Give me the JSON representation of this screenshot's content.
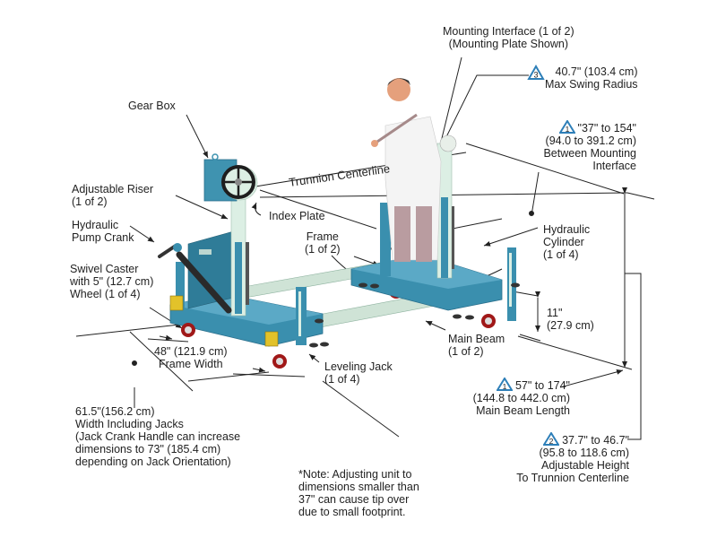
{
  "title": "Adjustable Trunnion Stand Dimension Diagram",
  "colors": {
    "frame": "#3a8fae",
    "frame_dark": "#2a6f8c",
    "beam": "#cfe3d6",
    "riser": "#dcefe4",
    "wheel": "#a01818",
    "caster_pad": "#e2c22a",
    "gearbox": "#3f93b0",
    "hand_wheel": "#1e1e1e",
    "cylinder": "#2a2a2a",
    "leader": "#222222",
    "badge": "#2e7fb8",
    "coat": "#f4f4f4",
    "pants": "#b99ca0",
    "skin": "#e5a07c"
  },
  "labels": {
    "mounting_interface": [
      "Mounting Interface (1 of 2)",
      "(Mounting Plate Shown)"
    ],
    "max_swing": {
      "badge": "3",
      "lines": [
        "40.7\" (103.4 cm)",
        "Max Swing Radius"
      ]
    },
    "between_mounting": {
      "badge": "1",
      "lines": [
        "\"37\" to 154\"",
        "(94.0 to 391.2 cm)",
        "Between Mounting",
        "Interface"
      ]
    },
    "gear_box": "Gear Box",
    "trunnion_centerline": "Trunnion Centerline",
    "adjustable_riser": [
      "Adjustable Riser",
      "(1 of 2)"
    ],
    "index_plate": "Index Plate",
    "hydraulic_pump_crank": [
      "Hydraulic",
      "Pump Crank"
    ],
    "frame": [
      "Frame",
      "(1 of 2)"
    ],
    "hydraulic_cylinder": [
      "Hydraulic",
      "Cylinder",
      "(1 of 4)"
    ],
    "swivel_caster": [
      "Swivel Caster",
      "with 5\" (12.7 cm)",
      "Wheel (1 of 4)"
    ],
    "clearance": [
      "11\"",
      "(27.9 cm)"
    ],
    "frame_width": [
      "48\" (121.9 cm)",
      "Frame Width"
    ],
    "main_beam": [
      "Main Beam",
      "(1 of 2)"
    ],
    "leveling_jack": [
      "Leveling Jack",
      "(1 of 4)"
    ],
    "main_beam_length": {
      "badge": "1",
      "lines": [
        "57\" to 174\"",
        "(144.8 to 442.0 cm)",
        "Main Beam Length"
      ]
    },
    "width_including_jacks": [
      "61.5\"(156.2 cm)",
      "Width Including Jacks",
      "(Jack Crank Handle can increase",
      "dimensions to 73\" (185.4 cm)",
      "depending on Jack Orientation)"
    ],
    "adjustable_height": {
      "badge": "2",
      "lines": [
        "37.7\"  to 46.7\"",
        "(95.8 to 118.6 cm)",
        "Adjustable Height",
        "To Trunnion Centerline"
      ]
    },
    "note": [
      "*Note: Adjusting unit to",
      "dimensions smaller than",
      "37\" can cause tip over",
      "due to small footprint."
    ]
  }
}
